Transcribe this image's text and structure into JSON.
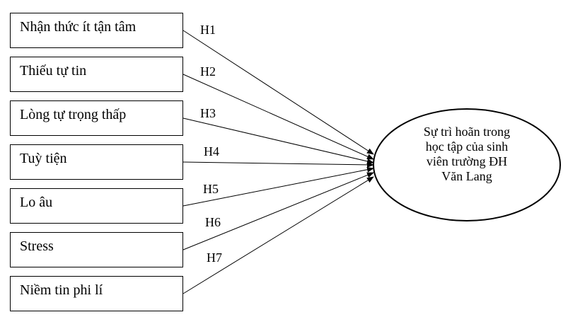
{
  "factors": [
    {
      "label": "Nhận thức ít tận tâm",
      "hypothesis": "H1"
    },
    {
      "label": "Thiếu tự tin",
      "hypothesis": "H2"
    },
    {
      "label": "Lòng tự trọng thấp",
      "hypothesis": "H3"
    },
    {
      "label": "Tuỳ tiện",
      "hypothesis": "H4"
    },
    {
      "label": "Lo âu",
      "hypothesis": "H5"
    },
    {
      "label": "Stress",
      "hypothesis": "H6"
    },
    {
      "label": "Niềm tin phi lí",
      "hypothesis": "H7"
    }
  ],
  "outcome": {
    "lines": [
      "Sự trì hoãn trong",
      "học tập của sinh",
      "viên trường ĐH",
      "Văn Lang"
    ]
  }
}
